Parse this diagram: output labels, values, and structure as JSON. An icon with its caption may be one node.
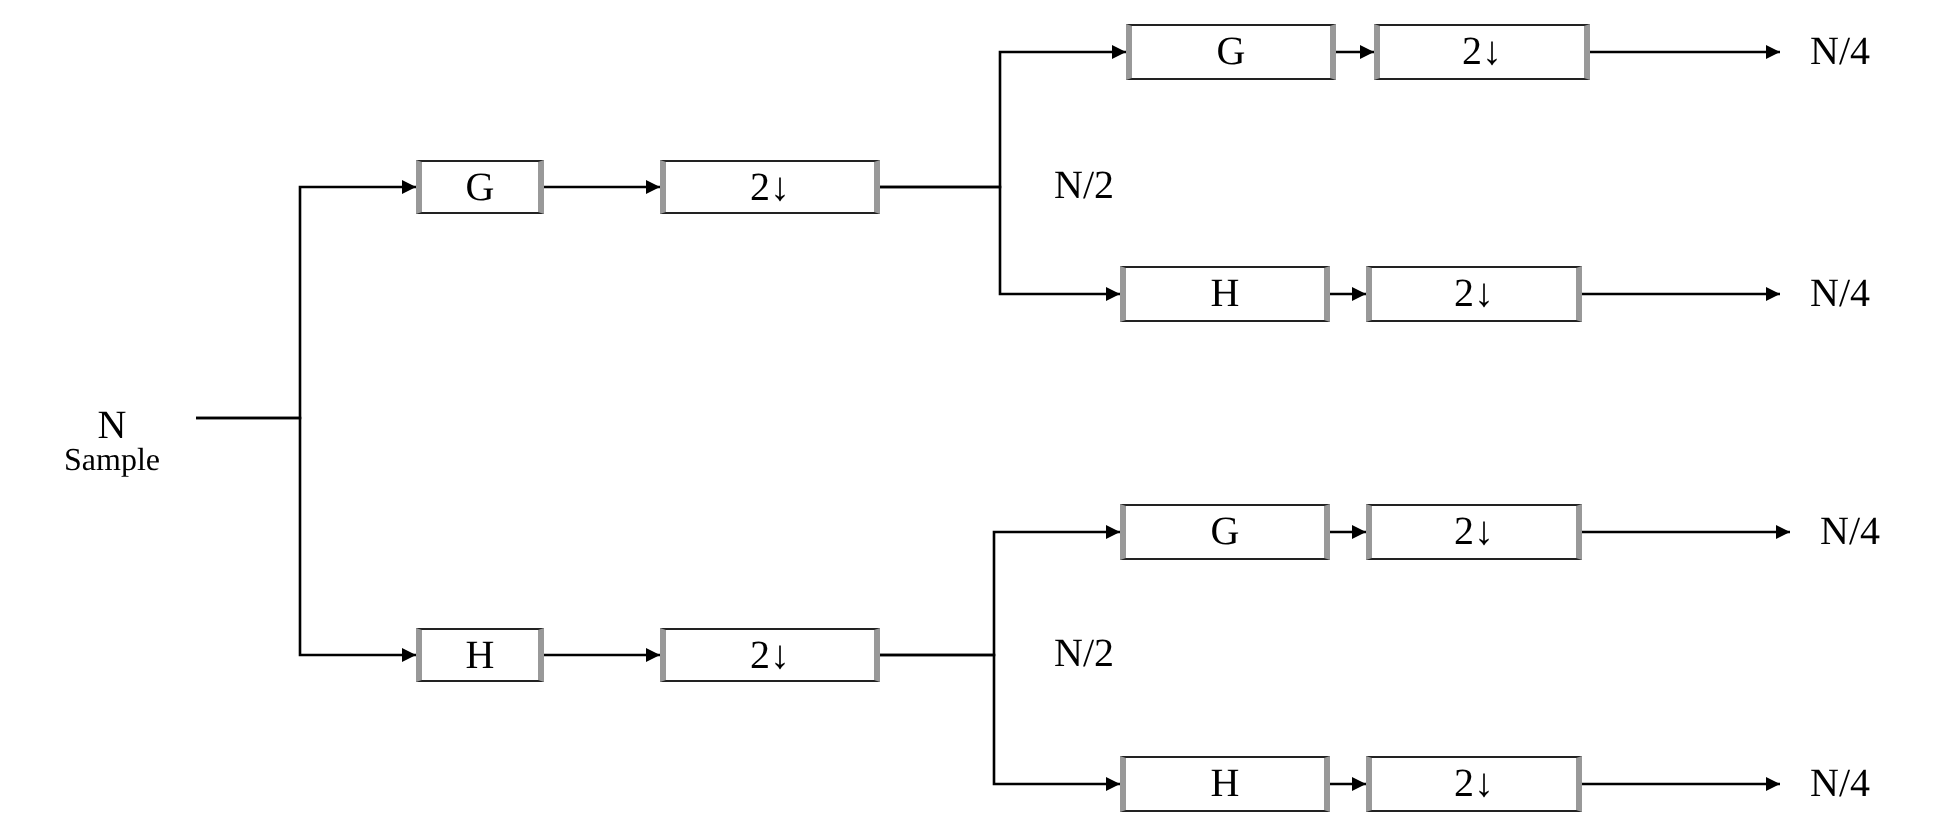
{
  "diagram": {
    "nodes": [
      {
        "text": [
          "N",
          "Sample"
        ]
      },
      {
        "text": [
          "G"
        ]
      },
      {
        "text": [
          "2↓"
        ]
      },
      {
        "text": [
          "H"
        ]
      },
      {
        "text": [
          "2↓"
        ]
      },
      {
        "text": [
          "G"
        ]
      },
      {
        "text": [
          "2↓"
        ]
      },
      {
        "text": [
          "N/4"
        ]
      },
      {
        "text": [
          "H"
        ]
      },
      {
        "text": [
          "2↓"
        ]
      },
      {
        "text": [
          "N/4"
        ]
      },
      {
        "text": [
          "G"
        ]
      },
      {
        "text": [
          "2↓"
        ]
      },
      {
        "text": [
          "N/4"
        ]
      },
      {
        "text": [
          "H"
        ]
      },
      {
        "text": [
          "2↓"
        ]
      },
      {
        "text": [
          "N/4"
        ]
      }
    ],
    "edges": [
      {
        "from": 0,
        "to": 1,
        "arrow": "to"
      },
      {
        "from": 0,
        "to": 3,
        "arrow": "to"
      },
      {
        "from": 1,
        "to": 2,
        "arrow": "to"
      },
      {
        "from": 2,
        "to": 5,
        "arrow": "to"
      },
      {
        "from": 2,
        "to": 8,
        "arrow": "to"
      },
      {
        "from": 5,
        "to": 6,
        "arrow": "to"
      },
      {
        "from": 6,
        "to": 7,
        "arrow": "to"
      },
      {
        "from": 8,
        "to": 9,
        "arrow": "to"
      },
      {
        "from": 9,
        "to": 10,
        "arrow": "to"
      },
      {
        "from": 3,
        "to": 4,
        "arrow": "to"
      },
      {
        "from": 4,
        "to": 11,
        "arrow": "to"
      },
      {
        "from": 4,
        "to": 14,
        "arrow": "to"
      },
      {
        "from": 11,
        "to": 12,
        "arrow": "to"
      },
      {
        "from": 12,
        "to": 13,
        "arrow": "to"
      },
      {
        "from": 14,
        "to": 15,
        "arrow": "to"
      },
      {
        "from": 15,
        "to": 16,
        "arrow": "to"
      }
    ],
    "labels": [
      "N/2",
      "N/2"
    ]
  }
}
